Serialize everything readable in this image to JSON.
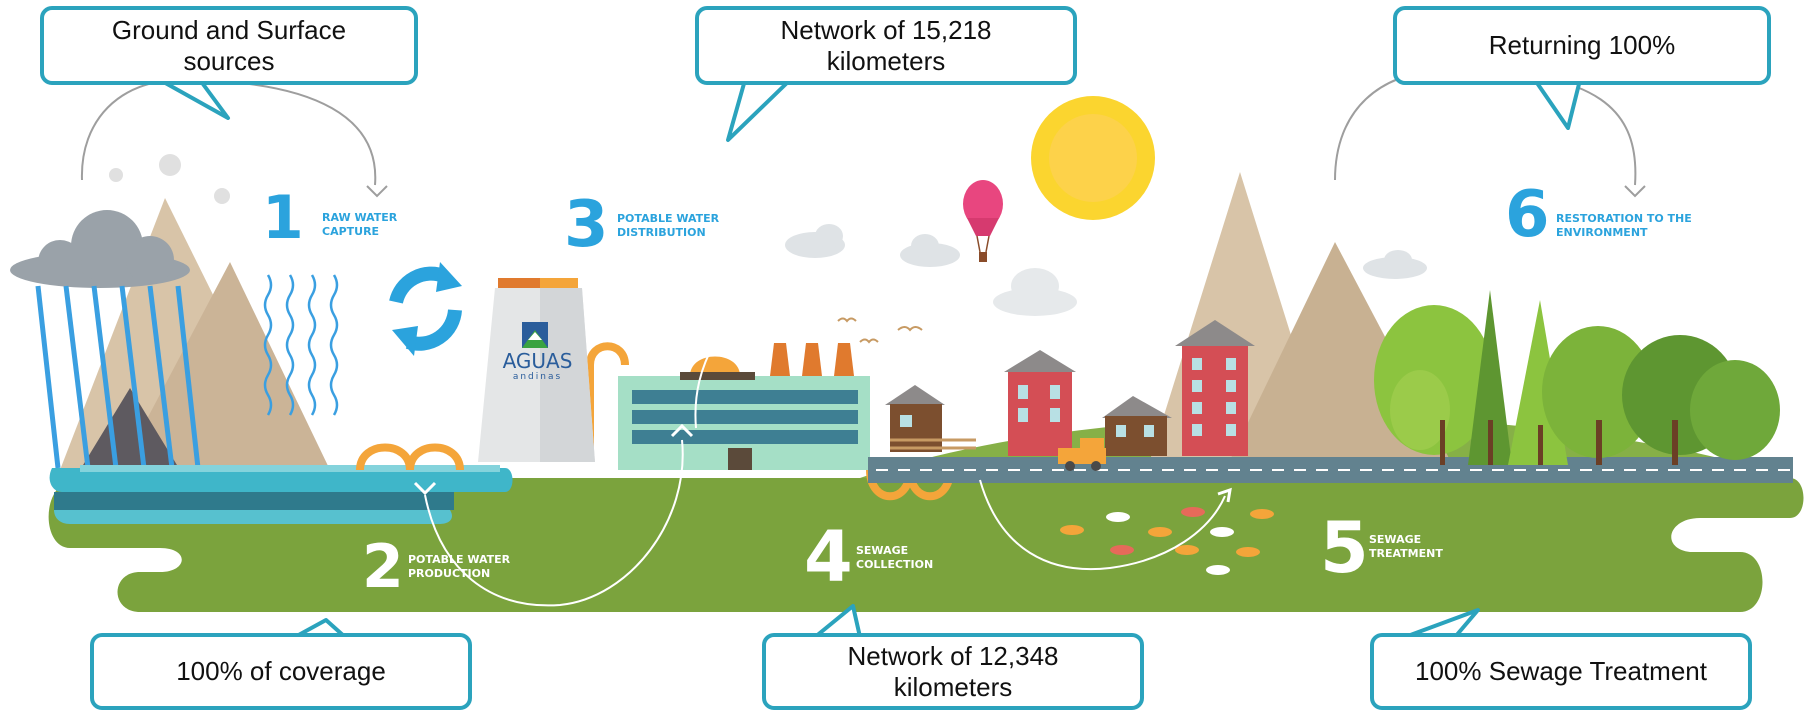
{
  "callouts": {
    "sources": "Ground and Surface\nsources",
    "dist_network": "Network of 15,218\nkilometers",
    "returning": "Returning 100%",
    "coverage": "100% of coverage",
    "sewage_network": "Network of 12,348\nkilometers",
    "sewage_treatment": "100% Sewage Treatment"
  },
  "steps": [
    {
      "number": "1",
      "label": "RAW WATER\nCAPTURE"
    },
    {
      "number": "2",
      "label": "POTABLE WATER\nPRODUCTION"
    },
    {
      "number": "3",
      "label": "POTABLE WATER\nDISTRIBUTION"
    },
    {
      "number": "4",
      "label": "SEWAGE\nCOLLECTION"
    },
    {
      "number": "5",
      "label": "SEWAGE\nTREATMENT"
    },
    {
      "number": "6",
      "label": "RESTORATION TO THE\nENVIRONMENT"
    }
  ],
  "logo": {
    "name": "AGUAS",
    "sub": "andinas"
  },
  "colors": {
    "ground": "#7ba33d",
    "callout_border": "#2ba3bd",
    "step_blue": "#2ba3dd",
    "river": "#3fb6c9",
    "sun": "#fbd52f",
    "road": "#62828f",
    "mountain": "#d8c4a8",
    "tree": "#8cc43f"
  }
}
